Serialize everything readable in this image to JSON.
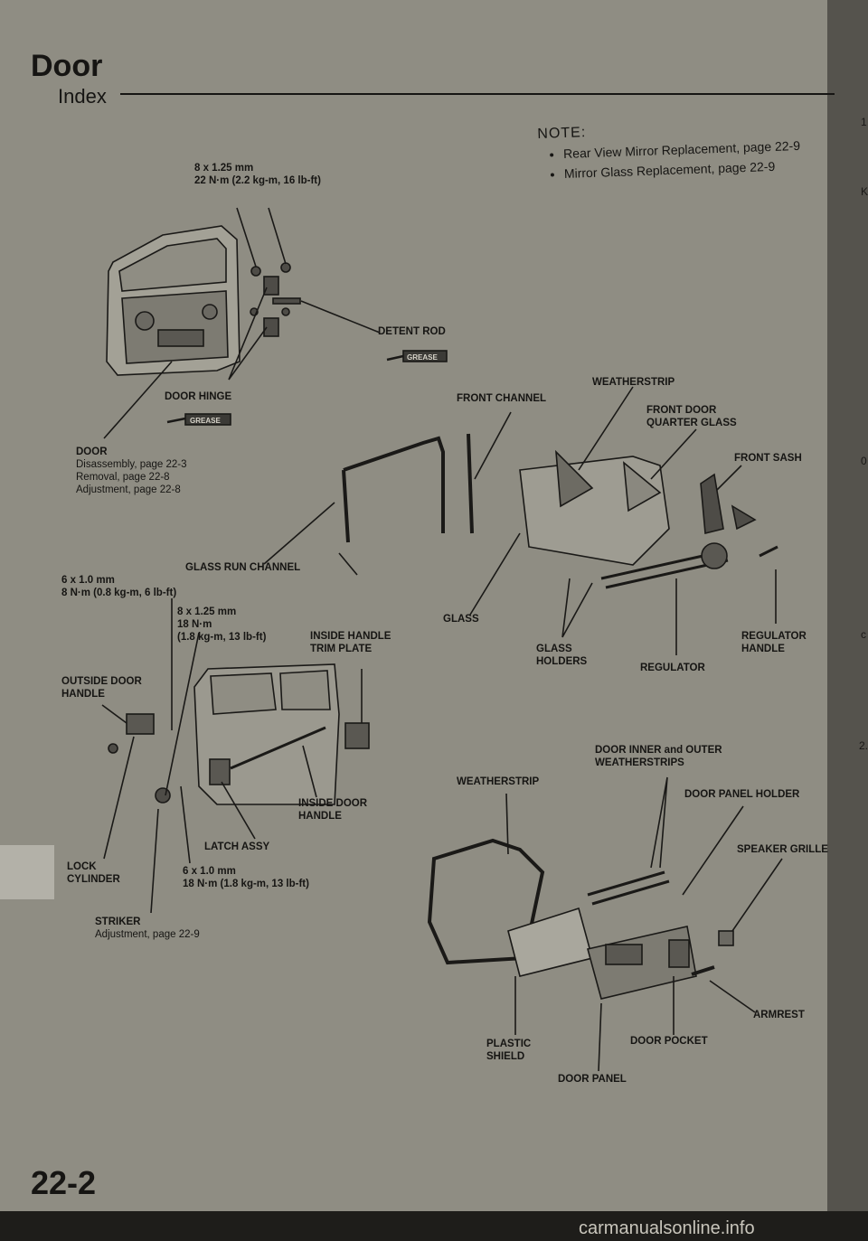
{
  "header": {
    "title": "Door",
    "subtitle": "Index"
  },
  "note": {
    "title": "NOTE:",
    "items": [
      "Rear View Mirror Replacement, page 22-9",
      "Mirror Glass Replacement, page 22-9"
    ]
  },
  "labels": {
    "bolt_top": "8 x 1.25 mm",
    "bolt_top_torque": "22 N·m (2.2 kg-m, 16 lb-ft)",
    "detent_rod": "DETENT ROD",
    "door_hinge": "DOOR HINGE",
    "grease1": "GREASE",
    "grease2": "GREASE",
    "door": "DOOR",
    "door_sub1": "Disassembly, page 22-3",
    "door_sub2": "Removal, page 22-8",
    "door_sub3": "Adjustment, page 22-8",
    "glass_run_channel": "GLASS RUN CHANNEL",
    "front_channel": "FRONT CHANNEL",
    "weatherstrip_top": "WEATHERSTRIP",
    "front_door_quarter_glass_1": "FRONT DOOR",
    "front_door_quarter_glass_2": "QUARTER GLASS",
    "front_sash": "FRONT SASH",
    "glass": "GLASS",
    "glass_holders_1": "GLASS",
    "glass_holders_2": "HOLDERS",
    "regulator": "REGULATOR",
    "regulator_handle_1": "REGULATOR",
    "regulator_handle_2": "HANDLE",
    "bolt_6_1": "6 x 1.0 mm",
    "bolt_6_1_torque": "8 N·m (0.8 kg-m, 6 lb-ft)",
    "bolt_8_2": "8 x 1.25 mm",
    "bolt_8_2_t1": "18 N·m",
    "bolt_8_2_t2": "(1.8 kg-m, 13 lb-ft)",
    "inside_handle_trim_1": "INSIDE HANDLE",
    "inside_handle_trim_2": "TRIM PLATE",
    "outside_door_handle_1": "OUTSIDE DOOR",
    "outside_door_handle_2": "HANDLE",
    "inside_door_handle_1": "INSIDE DOOR",
    "inside_door_handle_2": "HANDLE",
    "latch_assy": "LATCH ASSY",
    "lock_cylinder_1": "LOCK",
    "lock_cylinder_2": "CYLINDER",
    "bolt_6_2": "6 x 1.0 mm",
    "bolt_6_2_torque": "18 N·m (1.8 kg-m, 13 lb-ft)",
    "striker": "STRIKER",
    "striker_sub": "Adjustment, page 22-9",
    "inner_outer_ws_1": "DOOR INNER and OUTER",
    "inner_outer_ws_2": "WEATHERSTRIPS",
    "weatherstrip_bottom": "WEATHERSTRIP",
    "door_panel_holder": "DOOR PANEL HOLDER",
    "speaker_grille": "SPEAKER GRILLE",
    "armrest": "ARMREST",
    "plastic_shield_1": "PLASTIC",
    "plastic_shield_2": "SHIELD",
    "door_pocket": "DOOR POCKET",
    "door_panel": "DOOR PANEL"
  },
  "page_number": "22-2",
  "footer": "carmanualsonline.info",
  "adjacent_page": [
    "1",
    "K",
    "0",
    "c",
    "2."
  ]
}
